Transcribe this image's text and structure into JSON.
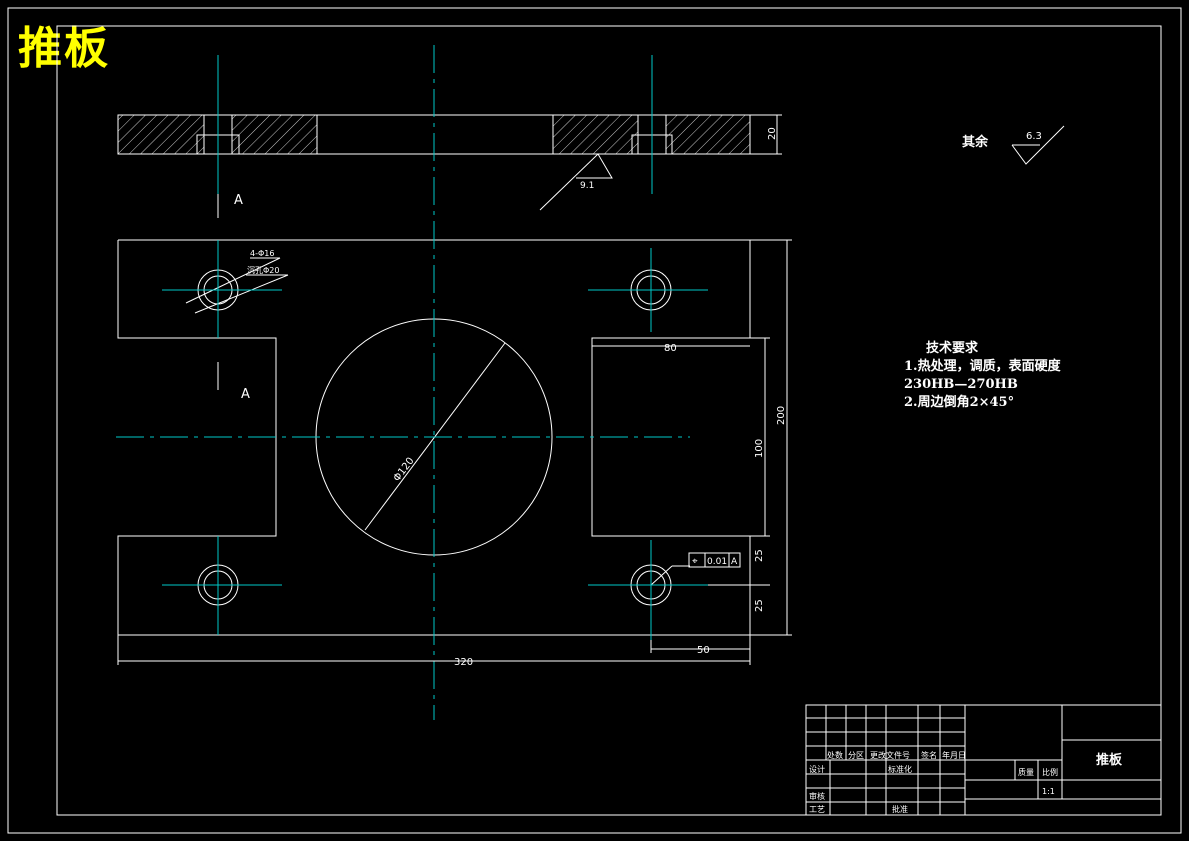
{
  "title": "推板",
  "section_marks": [
    "A",
    "A"
  ],
  "view_labels": {
    "thickness": "20",
    "roughness_part": "9.1",
    "roughness_rest_label": "其余",
    "roughness_rest_value": "6.3"
  },
  "hole_callout": {
    "line1": "4-Φ16",
    "line2": "沉孔Φ20"
  },
  "dimensions": {
    "diameter": "Φ120",
    "slot_width": "80",
    "slot_height": "100",
    "overall_height": "200",
    "overall_width": "320",
    "hole_offset_x": "50",
    "hole_offset_y1": "25",
    "hole_offset_y2": "25"
  },
  "tolerance_frame": {
    "symbol": "⌖",
    "value": "0.01",
    "datum": "A"
  },
  "tech_requirements": {
    "heading": "技术要求",
    "line1": "1.热处理，调质，表面硬度",
    "line2": "230HB—270HB",
    "line3": "2.周边倒角2×45°"
  },
  "title_block": {
    "part_name": "推板",
    "row_labels": [
      "处数",
      "分区",
      "更改文件号",
      "签名",
      "年月日"
    ],
    "design": "设计",
    "standardize": "标准化",
    "review": "审核",
    "process": "工艺",
    "approve": "批准",
    "weight": "质量",
    "scale_label": "比例",
    "scale_value": "1:1"
  },
  "colors": {
    "background": "#000000",
    "line": "#ffffff",
    "centerline": "#00c8c8",
    "title": "#ffff00"
  }
}
